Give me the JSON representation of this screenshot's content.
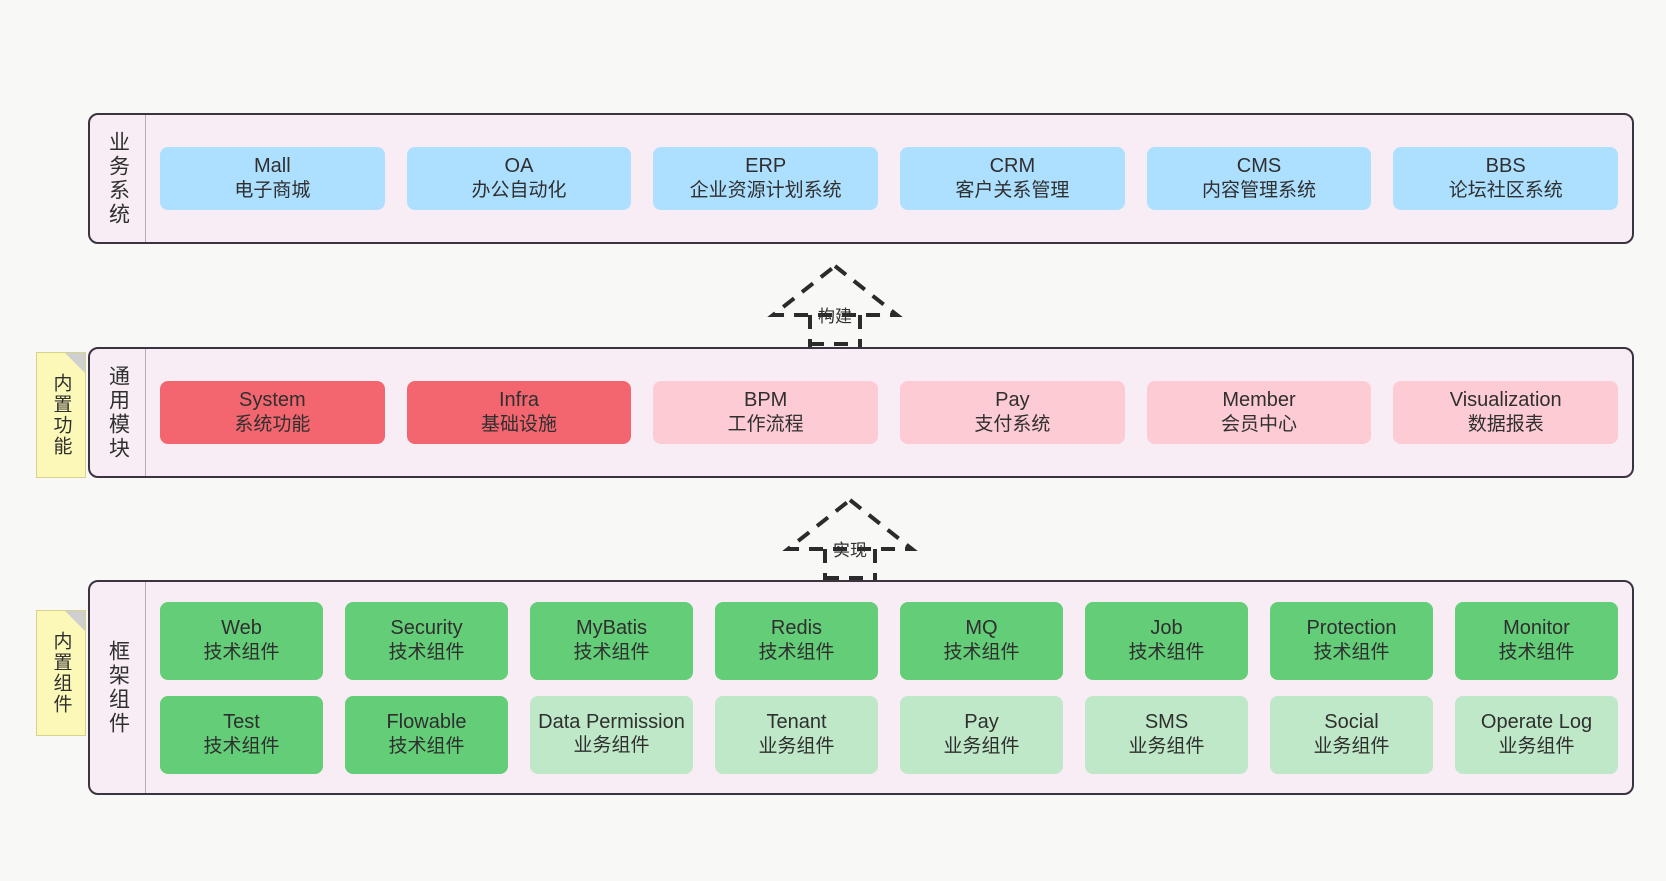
{
  "diagram": {
    "title": "",
    "background": "#f8f8f7",
    "colors": {
      "band_bg": "#f8ecf5",
      "band_border": "#3b3340",
      "blue": "#addfff",
      "red": "#f4666f",
      "pink": "#fccbd3",
      "green": "#63cd78",
      "green_light": "#bfe8c8",
      "note_bg": "#fcf8b8",
      "note_fold": "#cfcfcf"
    }
  },
  "layers": [
    {
      "id": "business-systems",
      "caption": "业务系统",
      "rows": [
        {
          "cards": [
            {
              "name": "Mall",
              "desc": "电子商城",
              "color": "blue"
            },
            {
              "name": "OA",
              "desc": "办公自动化",
              "color": "blue"
            },
            {
              "name": "ERP",
              "desc": "企业资源计划系统",
              "color": "blue"
            },
            {
              "name": "CRM",
              "desc": "客户关系管理",
              "color": "blue"
            },
            {
              "name": "CMS",
              "desc": "内容管理系统",
              "color": "blue"
            },
            {
              "name": "BBS",
              "desc": "论坛社区系统",
              "color": "blue"
            }
          ]
        }
      ]
    },
    {
      "id": "common-modules",
      "caption": "通用模块",
      "note": "内置功能",
      "rows": [
        {
          "cards": [
            {
              "name": "System",
              "desc": "系统功能",
              "color": "red"
            },
            {
              "name": "Infra",
              "desc": "基础设施",
              "color": "red"
            },
            {
              "name": "BPM",
              "desc": "工作流程",
              "color": "pink"
            },
            {
              "name": "Pay",
              "desc": "支付系统",
              "color": "pink"
            },
            {
              "name": "Member",
              "desc": "会员中心",
              "color": "pink"
            },
            {
              "name": "Visualization",
              "desc": "数据报表",
              "color": "pink"
            }
          ]
        }
      ]
    },
    {
      "id": "framework-components",
      "caption": "框架组件",
      "note": "内置组件",
      "rows": [
        {
          "cards": [
            {
              "name": "Web",
              "desc": "技术组件",
              "color": "green"
            },
            {
              "name": "Security",
              "desc": "技术组件",
              "color": "green"
            },
            {
              "name": "MyBatis",
              "desc": "技术组件",
              "color": "green"
            },
            {
              "name": "Redis",
              "desc": "技术组件",
              "color": "green"
            },
            {
              "name": "MQ",
              "desc": "技术组件",
              "color": "green"
            },
            {
              "name": "Job",
              "desc": "技术组件",
              "color": "green"
            },
            {
              "name": "Protection",
              "desc": "技术组件",
              "color": "green"
            },
            {
              "name": "Monitor",
              "desc": "技术组件",
              "color": "green"
            }
          ]
        },
        {
          "cards": [
            {
              "name": "Test",
              "desc": "技术组件",
              "color": "green"
            },
            {
              "name": "Flowable",
              "desc": "技术组件",
              "color": "green"
            },
            {
              "name": "Data Permission",
              "desc": "业务组件",
              "color": "green-light"
            },
            {
              "name": "Tenant",
              "desc": "业务组件",
              "color": "green-light"
            },
            {
              "name": "Pay",
              "desc": "业务组件",
              "color": "green-light"
            },
            {
              "name": "SMS",
              "desc": "业务组件",
              "color": "green-light"
            },
            {
              "name": "Social",
              "desc": "业务组件",
              "color": "green-light"
            },
            {
              "name": "Operate Log",
              "desc": "业务组件",
              "color": "green-light"
            }
          ]
        }
      ]
    }
  ],
  "arrows": [
    {
      "id": "arrow-build",
      "label": "构建"
    },
    {
      "id": "arrow-implement",
      "label": "实现"
    }
  ]
}
